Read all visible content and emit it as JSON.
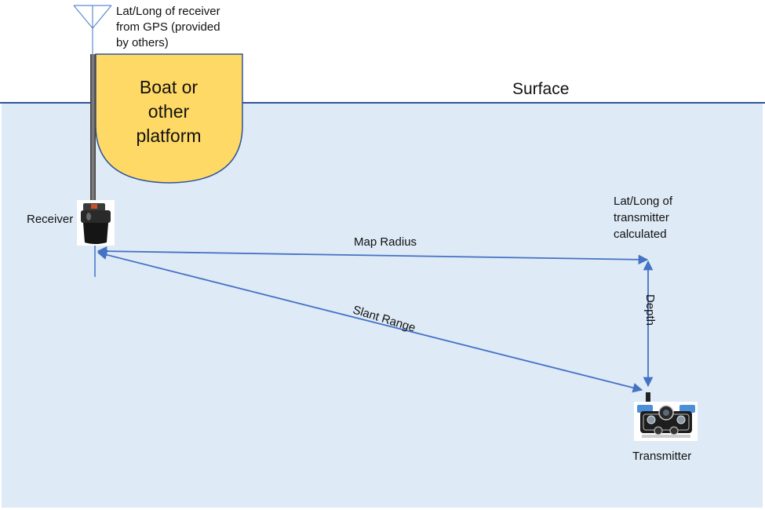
{
  "labels": {
    "gps": "Lat/Long of receiver\nfrom GPS (provided\nby others)",
    "boat": "Boat or\nother\nplatform",
    "surface": "Surface",
    "receiver": "Receiver",
    "transmitter_latlong": "Lat/Long of\ntransmitter\ncalculated",
    "map_radius": "Map Radius",
    "slant_range": "Slant Range",
    "depth": "Depth",
    "transmitter": "Transmitter"
  },
  "colors": {
    "water": "#deeaf6",
    "surface_line": "#2f5597",
    "boat_fill": "#ffd966",
    "boat_stroke": "#2f5597",
    "arrow": "#4472c4",
    "antenna": "#5b8bd0",
    "pole": "#555555"
  },
  "icons": {
    "antenna": "antenna-icon",
    "receiver": "receiver-device-icon",
    "transmitter": "rov-transmitter-icon"
  }
}
